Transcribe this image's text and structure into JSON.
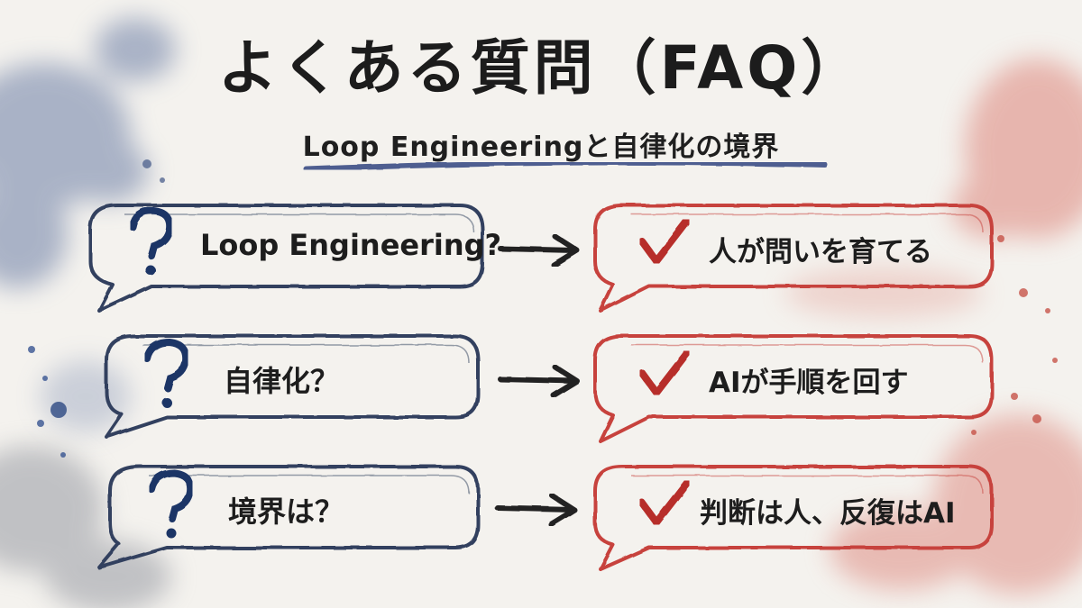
{
  "title": "よくある質問（FAQ）",
  "subtitle": "Loop Engineeringと自律化の境界",
  "faq": [
    {
      "question": "Loop Engineering?",
      "answer": "人が問いを育てる"
    },
    {
      "question": "自律化？",
      "answer": "AIが手順を回す"
    },
    {
      "question": "境界は？",
      "answer": "判断は人、反復はAI"
    }
  ],
  "colors": {
    "question_outline": "#33415e",
    "answer_outline": "#c7433d",
    "question_mark": "#1f3566",
    "check_mark": "#b72f2a",
    "arrow": "#222222",
    "underline": "#3c4f86",
    "blue_wash": "#6d7fa6",
    "red_wash": "#df8e84"
  },
  "icons": {
    "question": "question-mark-icon",
    "check": "check-mark-icon",
    "arrow": "arrow-right-icon"
  }
}
